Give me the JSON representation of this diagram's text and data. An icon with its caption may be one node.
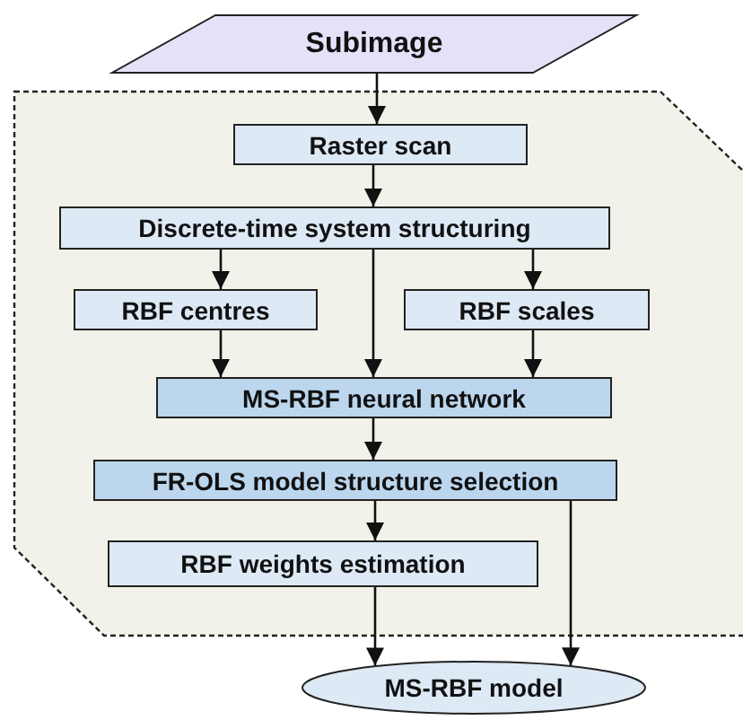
{
  "diagram": {
    "nodes": [
      {
        "text": [
          "Subimage"
        ]
      },
      {
        "text": [
          "Raster scan"
        ]
      },
      {
        "text": [
          "Discrete-time system structuring"
        ]
      },
      {
        "text": [
          "RBF centres"
        ]
      },
      {
        "text": [
          "RBF scales"
        ]
      },
      {
        "text": [
          "MS-RBF neural network"
        ]
      },
      {
        "text": [
          "FR-OLS model structure selection"
        ]
      },
      {
        "text": [
          "RBF weights estimation"
        ]
      },
      {
        "text": [
          "MS-RBF model"
        ]
      }
    ],
    "edges": [
      {
        "from": 0,
        "to": 1,
        "arrow": "to"
      },
      {
        "from": 1,
        "to": 2,
        "arrow": "to"
      },
      {
        "from": 2,
        "to": 3,
        "arrow": "to"
      },
      {
        "from": 2,
        "to": 5,
        "arrow": "to"
      },
      {
        "from": 2,
        "to": 4,
        "arrow": "to"
      },
      {
        "from": 3,
        "to": 5,
        "arrow": "to"
      },
      {
        "from": 4,
        "to": 5,
        "arrow": "to"
      },
      {
        "from": 5,
        "to": 6,
        "arrow": "to"
      },
      {
        "from": 6,
        "to": 7,
        "arrow": "to"
      },
      {
        "from": 7,
        "to": 8,
        "arrow": "to"
      },
      {
        "from": 6,
        "to": 8,
        "arrow": "to"
      }
    ]
  }
}
